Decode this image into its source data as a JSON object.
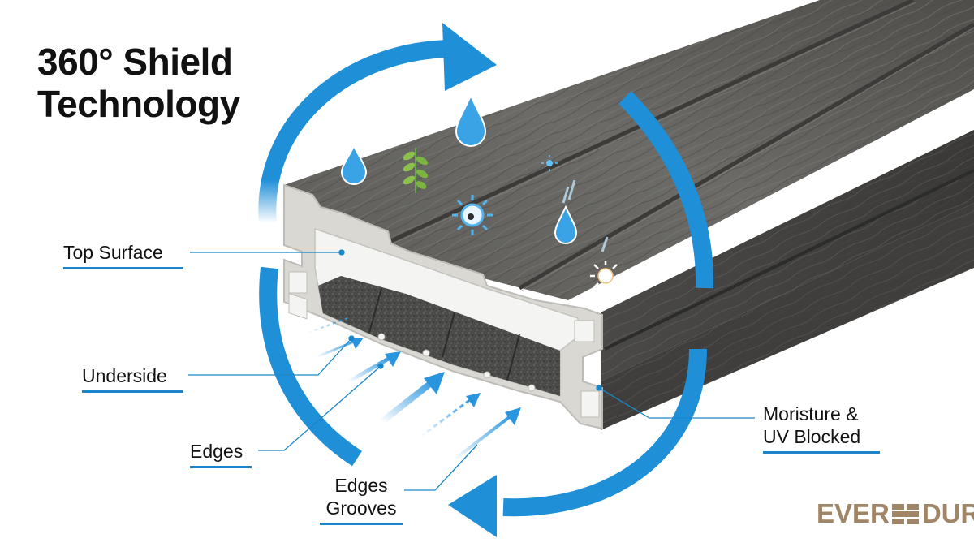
{
  "title": {
    "line1": "360° Shield",
    "line2": "Technology"
  },
  "callouts": {
    "top_surface": "Top Surface",
    "underside": "Underside",
    "edges": "Edges",
    "edges_grooves_line1": "Edges",
    "edges_grooves_line2": "Grooves",
    "moisture_line1": "Moristure &",
    "moisture_line2": "UV Blocked"
  },
  "brand": {
    "left": "EVER",
    "right": "DUR"
  },
  "colors": {
    "accent_blue": "#1a86c9",
    "arrow_blue": "#1f8fd8",
    "board_dark": "#5b5b58",
    "board_mid": "#6f6e6a",
    "cap_profile": "#d9d8d3",
    "core": "#4a4a48",
    "brand": "#a08667"
  },
  "icons": [
    "water-drop-icon",
    "leaf-icon",
    "sun-icon",
    "bacteria-icon",
    "arrow-icon"
  ]
}
